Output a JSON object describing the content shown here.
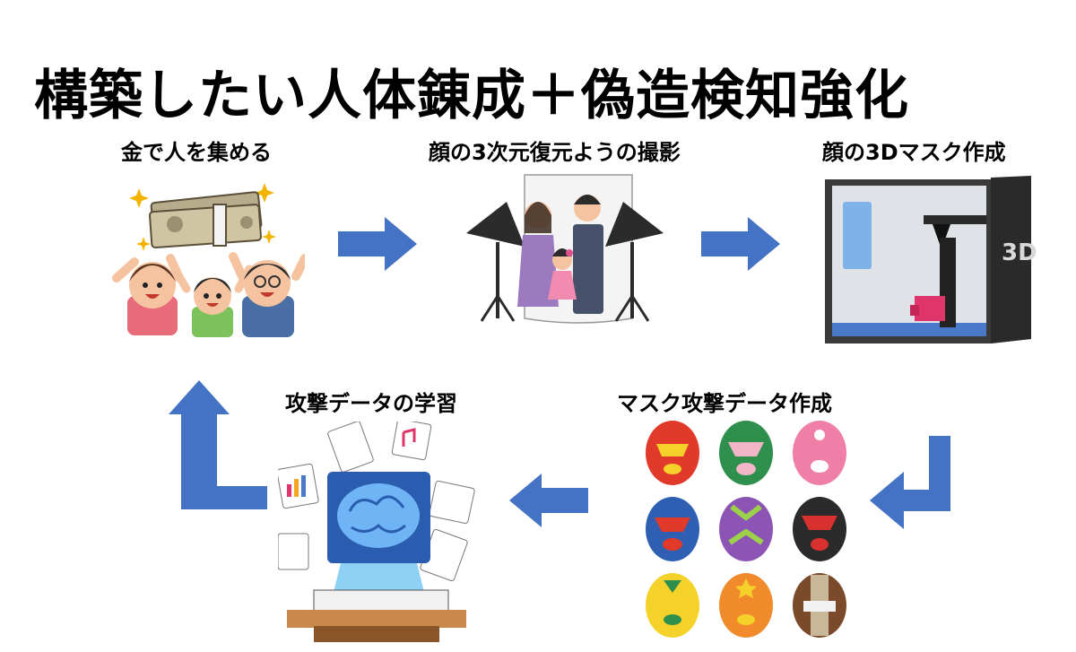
{
  "title": "構築したい人体錬成＋偽造検知強化",
  "steps": [
    {
      "label": "金で人を集める"
    },
    {
      "label": "顔の3次元復元ようの撮影"
    },
    {
      "label": "顔の3Dマスク作成"
    },
    {
      "label": "マスク攻撃データ作成"
    },
    {
      "label": "攻撃データの学習"
    }
  ],
  "printer_badge": "3D",
  "arrow_color": "#4472C4"
}
